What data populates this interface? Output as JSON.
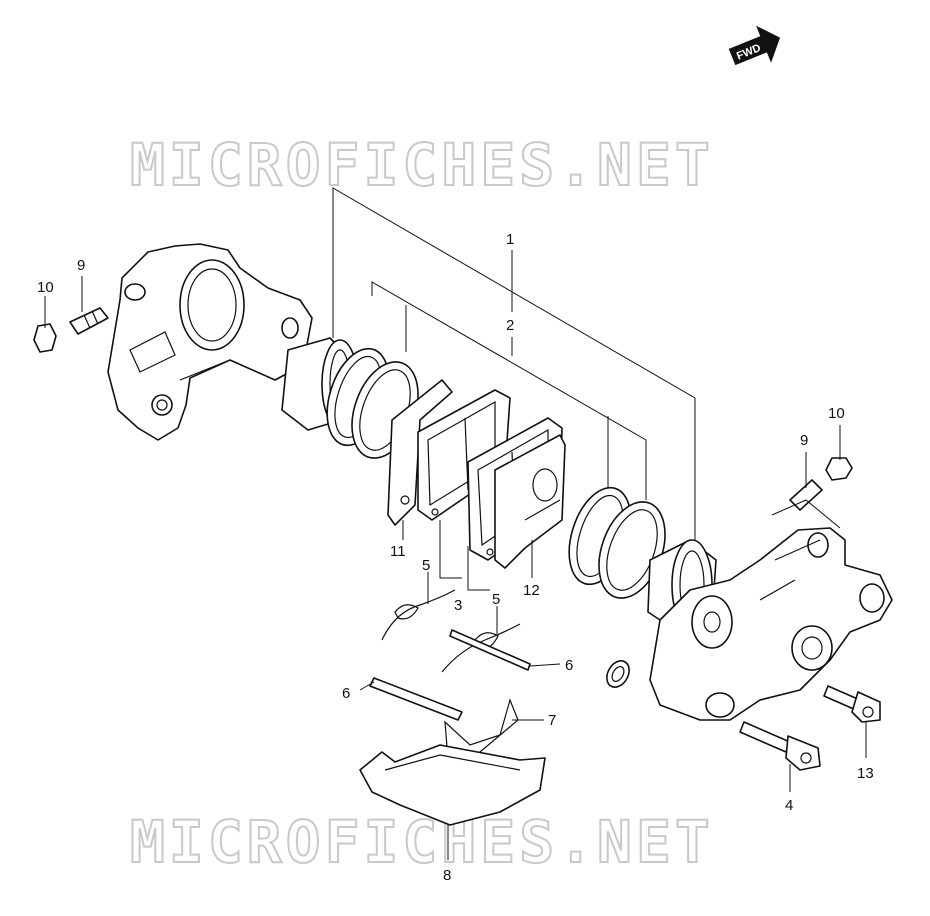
{
  "watermark": {
    "top": "MICROFICHES.NET",
    "bottom": "MICROFICHES.NET"
  },
  "direction_badge": {
    "text": "FWD"
  },
  "callouts": {
    "c1": "1",
    "c2": "2",
    "c3": "3",
    "c4": "4",
    "c5a": "5",
    "c5b": "5",
    "c6a": "6",
    "c6b": "6",
    "c7": "7",
    "c8": "8",
    "c9a": "9",
    "c9b": "9",
    "c10a": "10",
    "c10b": "10",
    "c11": "11",
    "c12": "12",
    "c13": "13"
  }
}
